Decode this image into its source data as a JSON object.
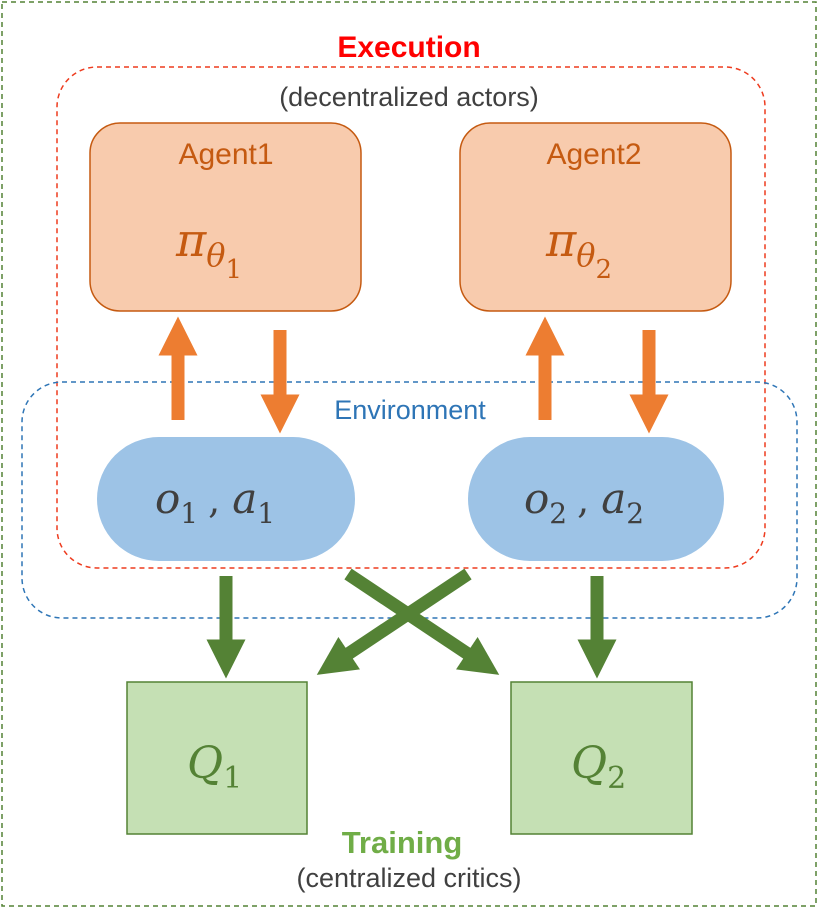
{
  "execution": {
    "title": "Execution",
    "subtitle": "(decentralized actors)"
  },
  "training": {
    "title": "Training",
    "subtitle": "(centralized critics)"
  },
  "environment": {
    "label": "Environment"
  },
  "agents": [
    {
      "label": "Agent1",
      "policy_symbol": "π",
      "policy_subscript": "θ",
      "policy_index": "1"
    },
    {
      "label": "Agent2",
      "policy_symbol": "π",
      "policy_subscript": "θ",
      "policy_index": "2"
    }
  ],
  "observations": [
    {
      "o": "o",
      "o_sub": "1",
      "sep": ",",
      "a": "a",
      "a_sub": "1"
    },
    {
      "o": "o",
      "o_sub": "2",
      "sep": ",",
      "a": "a",
      "a_sub": "2"
    }
  ],
  "critics": [
    {
      "symbol": "Q",
      "sub": "1"
    },
    {
      "symbol": "Q",
      "sub": "2"
    }
  ],
  "colors": {
    "outer_border": "#548235",
    "execution_border": "#ee3b1e",
    "execution_title": "#ff0000",
    "environment_border": "#2e75b6",
    "environment_text": "#2e75b6",
    "agent_fill": "#f8cbad",
    "agent_stroke": "#c55a11",
    "agent_text": "#c55a11",
    "obs_fill": "#9dc3e6",
    "obs_text": "#404040",
    "critic_fill": "#c5e0b4",
    "critic_stroke": "#548235",
    "critic_text": "#548235",
    "training_title": "#70ad47",
    "orange_arrow": "#ed7d31",
    "green_arrow": "#548235",
    "subtitle_text": "#404040"
  }
}
